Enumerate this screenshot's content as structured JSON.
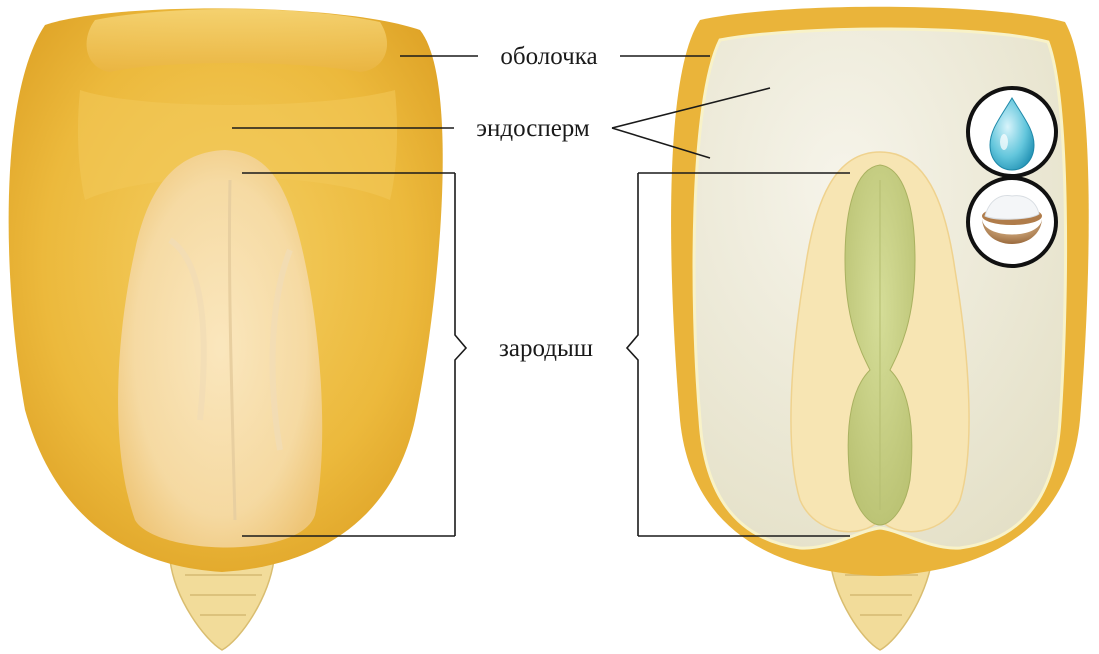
{
  "labels": {
    "shell": "оболочка",
    "endosperm": "эндосперм",
    "embryo": "зародыш"
  },
  "icons": {
    "water": "water-drop-icon",
    "starch": "flour-bowl-icon"
  },
  "colors": {
    "shell": "#e9b73a",
    "endosperm": "#ece9d7",
    "embryo_sheath": "#f7e5b3",
    "embryo_core": "#c9d48a",
    "leader": "#1a1a1a"
  }
}
